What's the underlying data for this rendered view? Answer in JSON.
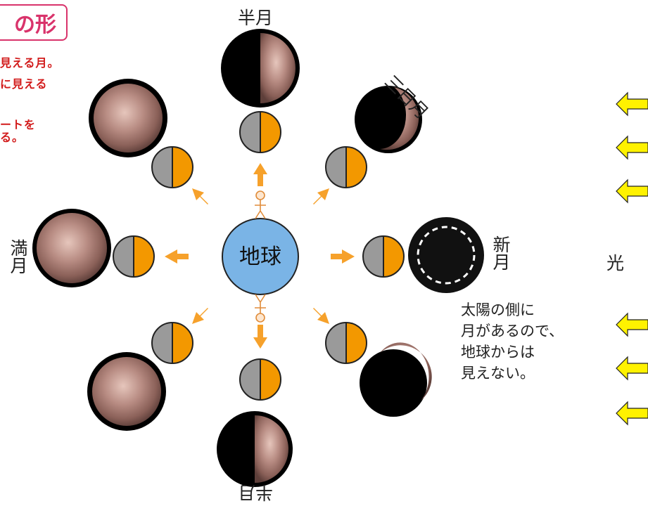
{
  "title": "の形",
  "notes": [
    "見える月。",
    "に見える",
    "ートを",
    "る。"
  ],
  "labels": {
    "half_moon_top": "半月",
    "crescent": "三日月",
    "new_moon": "新月",
    "full_moon": "満月",
    "half_moon_bottom": "半月"
  },
  "earth": "地球",
  "caption": [
    "太陽の側に",
    "月があるので、",
    "地球からは",
    "見えない。"
  ],
  "light": "光",
  "colors": {
    "accent": "#d9336b",
    "note_red": "#d21b1b",
    "earth_blue": "#7ab4e6",
    "sunlit_orange": "#f39800",
    "shadow_gray": "#9a9a9a",
    "arrow_orange": "#f6a12b",
    "light_arrow_yellow": "#fff200"
  }
}
